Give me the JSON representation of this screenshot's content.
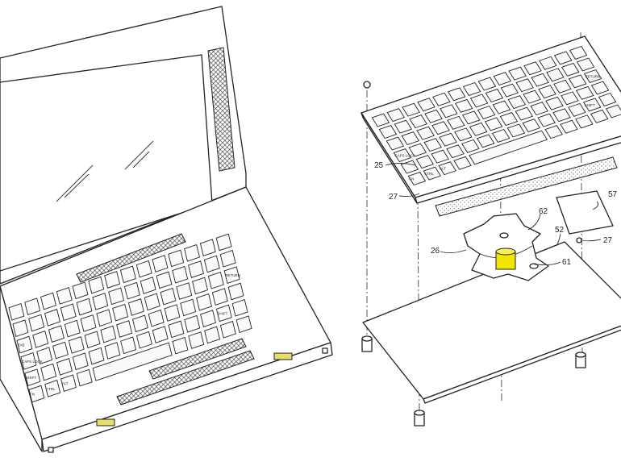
{
  "figure": {
    "left_keyboard_keys": [
      "CAPS LOCK",
      "TAB",
      "SHIFT",
      "FN",
      "CTRL",
      "ALT",
      "RETURN",
      "SHIFT"
    ],
    "right_keyboard_keys": [
      "CAPS LOCK",
      "FN",
      "CTRL",
      "ALT",
      "RETURN",
      "SHIFT"
    ],
    "reference_numerals": {
      "r25": "25",
      "r27a": "27",
      "r26": "26",
      "r62": "62",
      "r52": "52",
      "r57": "57",
      "r27b": "27",
      "r61": "61"
    },
    "highlight_color": "#f2e600"
  }
}
